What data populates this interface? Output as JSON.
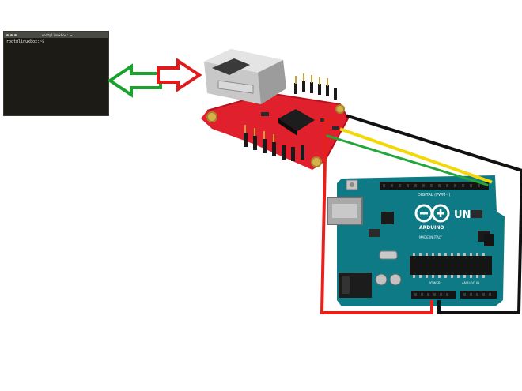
{
  "terminal": {
    "title": "root@linuxbox: ~",
    "prompt": "root@linuxbox:~$"
  },
  "arduino": {
    "logo_text": "UNO",
    "brand": "ARDUINO",
    "made_in": "MADE IN ITALY",
    "digital_label": "DIGITAL (PWM~)",
    "power_label": "POWER",
    "analog_label": "ANALOG IN"
  },
  "colors": {
    "ethernet_board": "#e0202c",
    "arduino_board": "#0e7a86",
    "arrow_green": "#1aa32c",
    "arrow_red": "#e01a1a",
    "wire_red": "#e8201c",
    "wire_black": "#111111",
    "wire_yellow": "#f2d70a",
    "wire_green": "#23a63a"
  },
  "icons": [
    "bidirectional-arrow-icon"
  ]
}
